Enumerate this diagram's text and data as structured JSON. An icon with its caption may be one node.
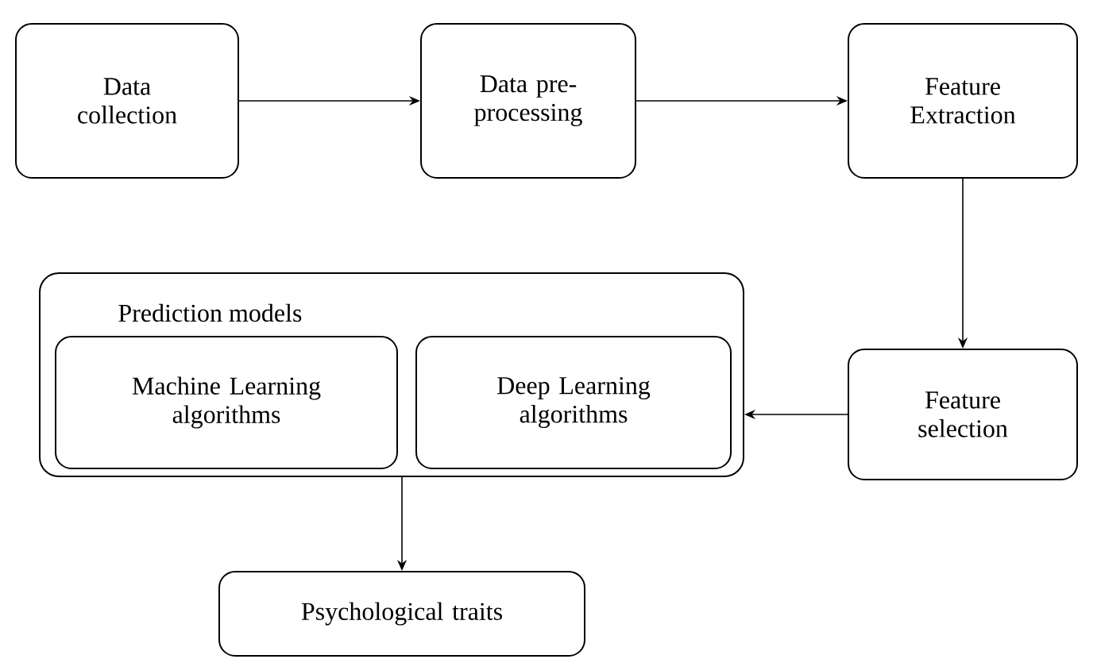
{
  "diagram": {
    "nodes": [
      {
        "text": [
          "Data collection"
        ]
      },
      {
        "text": [
          "Data pre-processing"
        ]
      },
      {
        "text": [
          "Feature Extraction"
        ]
      },
      {
        "text": [
          "Prediction models"
        ]
      },
      {
        "text": [
          "Machine Learning algorithms"
        ],
        "in": 3
      },
      {
        "text": [
          "Deep Learning algorithms"
        ],
        "in": 3
      },
      {
        "text": [
          "Feature selection"
        ]
      },
      {
        "text": [
          "Psychological traits"
        ]
      }
    ],
    "edges": [
      {
        "from": 0,
        "to": 1,
        "arrow": "to"
      },
      {
        "from": 1,
        "to": 2,
        "arrow": "to"
      },
      {
        "from": 2,
        "to": 6,
        "arrow": "to"
      },
      {
        "from": 6,
        "to": 3,
        "arrow": "to"
      },
      {
        "from": 3,
        "to": 7,
        "arrow": "to"
      }
    ]
  }
}
